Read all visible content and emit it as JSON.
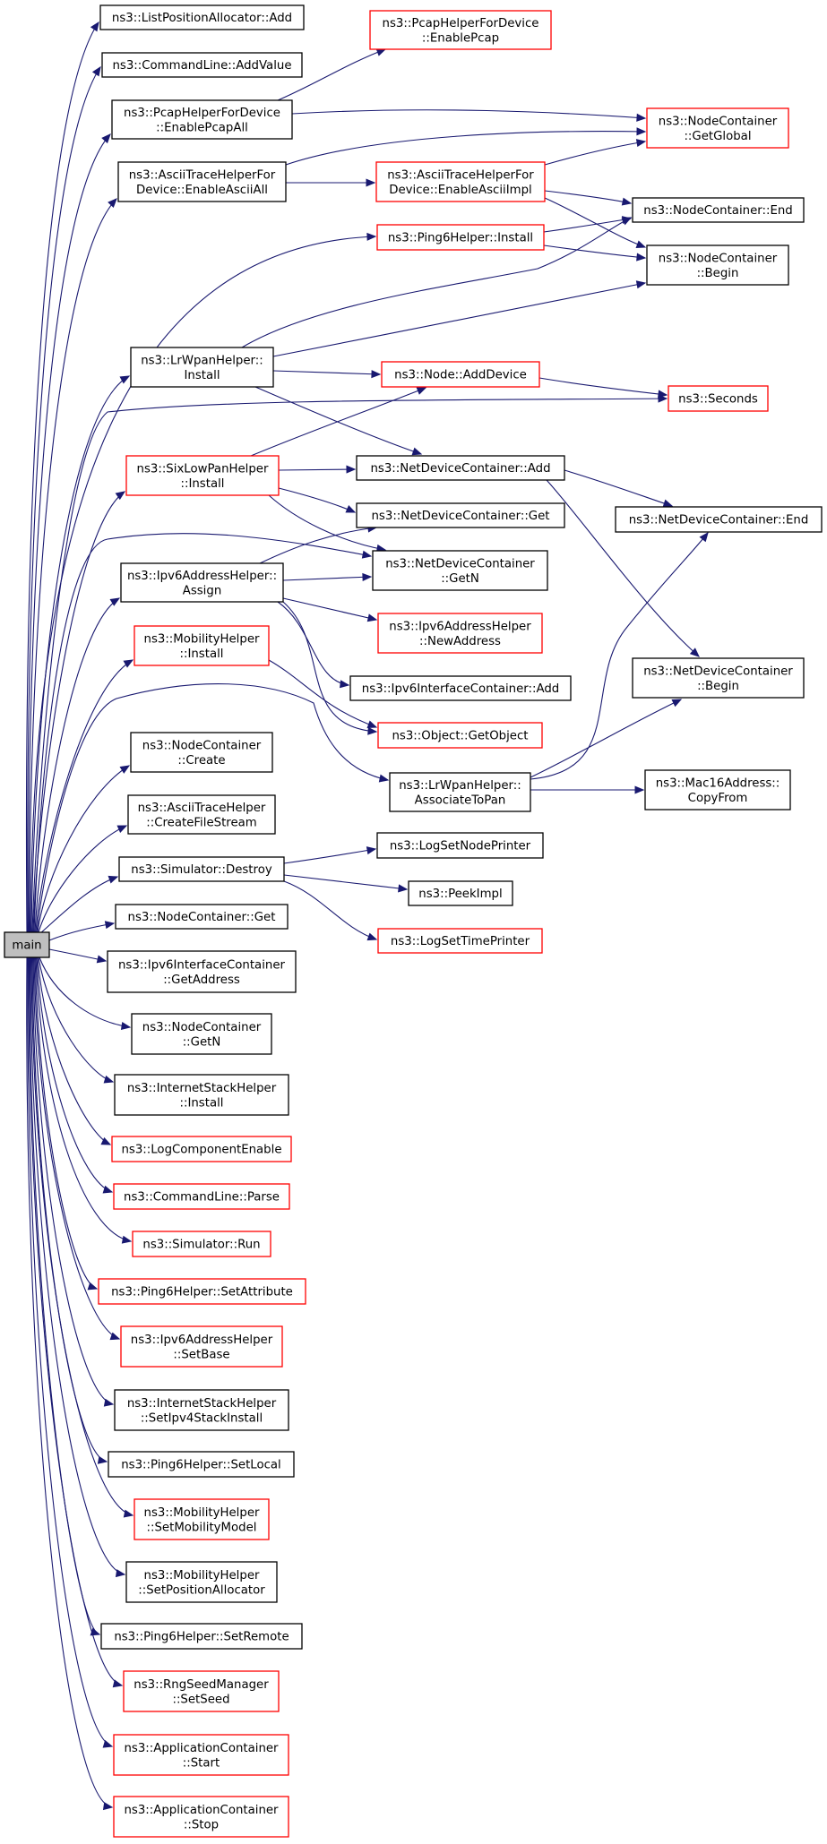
{
  "colors": {
    "edge": "#191970",
    "node_border_default": "#000000",
    "node_border_highlight": "#ff0000",
    "root_fill": "#bfbfbf",
    "node_fill": "#ffffff"
  },
  "nodes": [
    {
      "id": "main",
      "lines": [
        "main"
      ],
      "style": "root"
    },
    {
      "id": "lpa_add",
      "lines": [
        "ns3::ListPositionAllocator::Add"
      ],
      "style": "black"
    },
    {
      "id": "cl_addvalue",
      "lines": [
        "ns3::CommandLine::AddValue"
      ],
      "style": "black"
    },
    {
      "id": "phfd_enablepcapall",
      "lines": [
        "ns3::PcapHelperForDevice",
        "::EnablePcapAll"
      ],
      "style": "black"
    },
    {
      "id": "phfd_enablepcap",
      "lines": [
        "ns3::PcapHelperForDevice",
        "::EnablePcap"
      ],
      "style": "red"
    },
    {
      "id": "nc_getglobal",
      "lines": [
        "ns3::NodeContainer",
        "::GetGlobal"
      ],
      "style": "red"
    },
    {
      "id": "athfd_enableasciiall",
      "lines": [
        "ns3::AsciiTraceHelperFor",
        "Device::EnableAsciiAll"
      ],
      "style": "black"
    },
    {
      "id": "athfd_enableasciiimpl",
      "lines": [
        "ns3::AsciiTraceHelperFor",
        "Device::EnableAsciiImpl"
      ],
      "style": "red"
    },
    {
      "id": "nc_end",
      "lines": [
        "ns3::NodeContainer::End"
      ],
      "style": "black"
    },
    {
      "id": "ping6_install",
      "lines": [
        "ns3::Ping6Helper::Install"
      ],
      "style": "red"
    },
    {
      "id": "nc_begin",
      "lines": [
        "ns3::NodeContainer",
        "::Begin"
      ],
      "style": "black"
    },
    {
      "id": "lrwpan_install",
      "lines": [
        "ns3::LrWpanHelper::",
        "Install"
      ],
      "style": "black"
    },
    {
      "id": "node_adddevice",
      "lines": [
        "ns3::Node::AddDevice"
      ],
      "style": "red"
    },
    {
      "id": "seconds",
      "lines": [
        "ns3::Seconds"
      ],
      "style": "red"
    },
    {
      "id": "sixlowpan_install",
      "lines": [
        "ns3::SixLowPanHelper",
        "::Install"
      ],
      "style": "red"
    },
    {
      "id": "ndc_add",
      "lines": [
        "ns3::NetDeviceContainer::Add"
      ],
      "style": "black"
    },
    {
      "id": "ndc_get",
      "lines": [
        "ns3::NetDeviceContainer::Get"
      ],
      "style": "black"
    },
    {
      "id": "ndc_end",
      "lines": [
        "ns3::NetDeviceContainer::End"
      ],
      "style": "black"
    },
    {
      "id": "ipv6ah_assign",
      "lines": [
        "ns3::Ipv6AddressHelper::",
        "Assign"
      ],
      "style": "black"
    },
    {
      "id": "ndc_getn",
      "lines": [
        "ns3::NetDeviceContainer",
        "::GetN"
      ],
      "style": "black"
    },
    {
      "id": "ipv6ah_newaddress",
      "lines": [
        "ns3::Ipv6AddressHelper",
        "::NewAddress"
      ],
      "style": "red"
    },
    {
      "id": "mobility_install",
      "lines": [
        "ns3::MobilityHelper",
        "::Install"
      ],
      "style": "red"
    },
    {
      "id": "ndc_begin",
      "lines": [
        "ns3::NetDeviceContainer",
        "::Begin"
      ],
      "style": "black"
    },
    {
      "id": "ipv6ic_add",
      "lines": [
        "ns3::Ipv6InterfaceContainer::Add"
      ],
      "style": "black"
    },
    {
      "id": "object_getobject",
      "lines": [
        "ns3::Object::GetObject"
      ],
      "style": "red"
    },
    {
      "id": "nc_create",
      "lines": [
        "ns3::NodeContainer",
        "::Create"
      ],
      "style": "black"
    },
    {
      "id": "lrwpan_associatetopan",
      "lines": [
        "ns3::LrWpanHelper::",
        "AssociateToPan"
      ],
      "style": "black"
    },
    {
      "id": "mac16_copyfrom",
      "lines": [
        "ns3::Mac16Address::",
        "CopyFrom"
      ],
      "style": "black"
    },
    {
      "id": "ath_createfilestream",
      "lines": [
        "ns3::AsciiTraceHelper",
        "::CreateFileStream"
      ],
      "style": "black"
    },
    {
      "id": "sim_destroy",
      "lines": [
        "ns3::Simulator::Destroy"
      ],
      "style": "black"
    },
    {
      "id": "logsetnodeprinter",
      "lines": [
        "ns3::LogSetNodePrinter"
      ],
      "style": "black"
    },
    {
      "id": "peekimpl",
      "lines": [
        "ns3::PeekImpl"
      ],
      "style": "black"
    },
    {
      "id": "logsettimeprinter",
      "lines": [
        "ns3::LogSetTimePrinter"
      ],
      "style": "red"
    },
    {
      "id": "nc_get",
      "lines": [
        "ns3::NodeContainer::Get"
      ],
      "style": "black"
    },
    {
      "id": "ipv6ic_getaddress",
      "lines": [
        "ns3::Ipv6InterfaceContainer",
        "::GetAddress"
      ],
      "style": "black"
    },
    {
      "id": "nc_getn",
      "lines": [
        "ns3::NodeContainer",
        "::GetN"
      ],
      "style": "black"
    },
    {
      "id": "ish_install",
      "lines": [
        "ns3::InternetStackHelper",
        "::Install"
      ],
      "style": "black"
    },
    {
      "id": "logcomponentenable",
      "lines": [
        "ns3::LogComponentEnable"
      ],
      "style": "red"
    },
    {
      "id": "cl_parse",
      "lines": [
        "ns3::CommandLine::Parse"
      ],
      "style": "red"
    },
    {
      "id": "sim_run",
      "lines": [
        "ns3::Simulator::Run"
      ],
      "style": "red"
    },
    {
      "id": "ping6_setattribute",
      "lines": [
        "ns3::Ping6Helper::SetAttribute"
      ],
      "style": "red"
    },
    {
      "id": "ipv6ah_setbase",
      "lines": [
        "ns3::Ipv6AddressHelper",
        "::SetBase"
      ],
      "style": "red"
    },
    {
      "id": "ish_setipv4stackinstall",
      "lines": [
        "ns3::InternetStackHelper",
        "::SetIpv4StackInstall"
      ],
      "style": "black"
    },
    {
      "id": "ping6_setlocal",
      "lines": [
        "ns3::Ping6Helper::SetLocal"
      ],
      "style": "black"
    },
    {
      "id": "mobility_setmobilitymodel",
      "lines": [
        "ns3::MobilityHelper",
        "::SetMobilityModel"
      ],
      "style": "red"
    },
    {
      "id": "mobility_setpositionallocator",
      "lines": [
        "ns3::MobilityHelper",
        "::SetPositionAllocator"
      ],
      "style": "black"
    },
    {
      "id": "ping6_setremote",
      "lines": [
        "ns3::Ping6Helper::SetRemote"
      ],
      "style": "black"
    },
    {
      "id": "rngseed_setseed",
      "lines": [
        "ns3::RngSeedManager",
        "::SetSeed"
      ],
      "style": "red"
    },
    {
      "id": "appc_start",
      "lines": [
        "ns3::ApplicationContainer",
        "::Start"
      ],
      "style": "red"
    },
    {
      "id": "appc_stop",
      "lines": [
        "ns3::ApplicationContainer",
        "::Stop"
      ],
      "style": "red"
    }
  ],
  "edges": [
    {
      "from": "main",
      "to": "lpa_add"
    },
    {
      "from": "main",
      "to": "cl_addvalue"
    },
    {
      "from": "main",
      "to": "phfd_enablepcapall"
    },
    {
      "from": "main",
      "to": "athfd_enableasciiall"
    },
    {
      "from": "main",
      "to": "ping6_install"
    },
    {
      "from": "main",
      "to": "lrwpan_install"
    },
    {
      "from": "main",
      "to": "seconds"
    },
    {
      "from": "main",
      "to": "sixlowpan_install"
    },
    {
      "from": "main",
      "to": "ndc_getn"
    },
    {
      "from": "main",
      "to": "ipv6ah_assign"
    },
    {
      "from": "main",
      "to": "mobility_install"
    },
    {
      "from": "main",
      "to": "lrwpan_associatetopan"
    },
    {
      "from": "main",
      "to": "nc_create"
    },
    {
      "from": "main",
      "to": "ath_createfilestream"
    },
    {
      "from": "main",
      "to": "sim_destroy"
    },
    {
      "from": "main",
      "to": "nc_get"
    },
    {
      "from": "main",
      "to": "ipv6ic_getaddress"
    },
    {
      "from": "main",
      "to": "nc_getn"
    },
    {
      "from": "main",
      "to": "ish_install"
    },
    {
      "from": "main",
      "to": "logcomponentenable"
    },
    {
      "from": "main",
      "to": "cl_parse"
    },
    {
      "from": "main",
      "to": "sim_run"
    },
    {
      "from": "main",
      "to": "ping6_setattribute"
    },
    {
      "from": "main",
      "to": "ipv6ah_setbase"
    },
    {
      "from": "main",
      "to": "ish_setipv4stackinstall"
    },
    {
      "from": "main",
      "to": "ping6_setlocal"
    },
    {
      "from": "main",
      "to": "mobility_setmobilitymodel"
    },
    {
      "from": "main",
      "to": "mobility_setpositionallocator"
    },
    {
      "from": "main",
      "to": "ping6_setremote"
    },
    {
      "from": "main",
      "to": "rngseed_setseed"
    },
    {
      "from": "main",
      "to": "appc_start"
    },
    {
      "from": "main",
      "to": "appc_stop"
    },
    {
      "from": "phfd_enablepcapall",
      "to": "phfd_enablepcap"
    },
    {
      "from": "phfd_enablepcapall",
      "to": "nc_getglobal"
    },
    {
      "from": "athfd_enableasciiall",
      "to": "nc_getglobal"
    },
    {
      "from": "athfd_enableasciiall",
      "to": "athfd_enableasciiimpl"
    },
    {
      "from": "athfd_enableasciiimpl",
      "to": "nc_getglobal"
    },
    {
      "from": "athfd_enableasciiimpl",
      "to": "nc_end"
    },
    {
      "from": "athfd_enableasciiimpl",
      "to": "nc_begin"
    },
    {
      "from": "ping6_install",
      "to": "nc_end"
    },
    {
      "from": "ping6_install",
      "to": "nc_begin"
    },
    {
      "from": "lrwpan_install",
      "to": "nc_end"
    },
    {
      "from": "lrwpan_install",
      "to": "nc_begin"
    },
    {
      "from": "lrwpan_install",
      "to": "node_adddevice"
    },
    {
      "from": "lrwpan_install",
      "to": "ndc_add"
    },
    {
      "from": "node_adddevice",
      "to": "seconds"
    },
    {
      "from": "sixlowpan_install",
      "to": "node_adddevice"
    },
    {
      "from": "sixlowpan_install",
      "to": "ndc_add"
    },
    {
      "from": "sixlowpan_install",
      "to": "ndc_get"
    },
    {
      "from": "sixlowpan_install",
      "to": "ndc_getn"
    },
    {
      "from": "ndc_add",
      "to": "ndc_end"
    },
    {
      "from": "ndc_add",
      "to": "ndc_begin"
    },
    {
      "from": "ipv6ah_assign",
      "to": "ndc_get"
    },
    {
      "from": "ipv6ah_assign",
      "to": "ndc_getn"
    },
    {
      "from": "ipv6ah_assign",
      "to": "ipv6ah_newaddress"
    },
    {
      "from": "ipv6ah_assign",
      "to": "ipv6ic_add"
    },
    {
      "from": "ipv6ah_assign",
      "to": "object_getobject"
    },
    {
      "from": "mobility_install",
      "to": "object_getobject"
    },
    {
      "from": "lrwpan_associatetopan",
      "to": "ndc_end"
    },
    {
      "from": "lrwpan_associatetopan",
      "to": "ndc_begin"
    },
    {
      "from": "lrwpan_associatetopan",
      "to": "mac16_copyfrom"
    },
    {
      "from": "sim_destroy",
      "to": "logsetnodeprinter"
    },
    {
      "from": "sim_destroy",
      "to": "peekimpl"
    },
    {
      "from": "sim_destroy",
      "to": "logsettimeprinter"
    }
  ]
}
